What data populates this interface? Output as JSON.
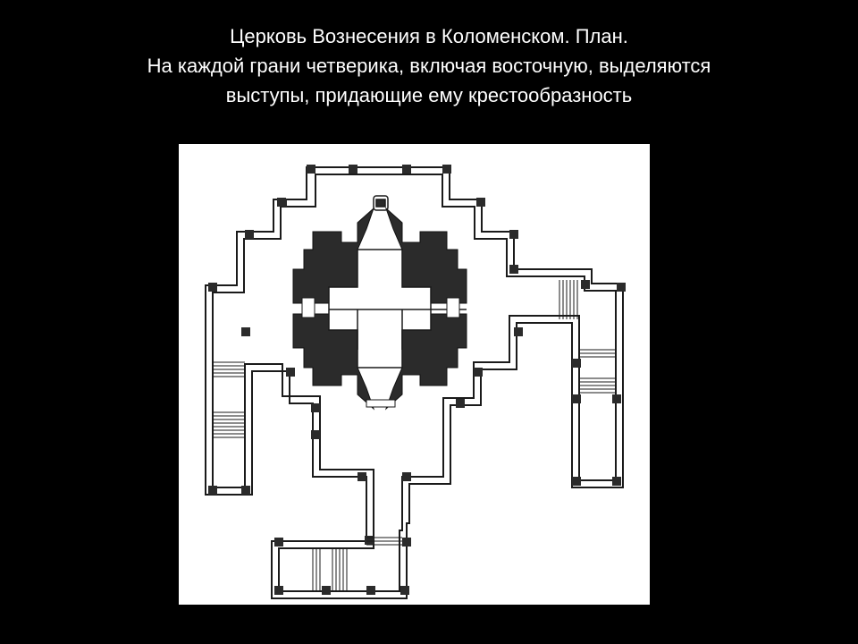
{
  "slide": {
    "title_lines": [
      "Церковь Вознесения в Коломенском. План.",
      "На каждой грани четверика, включая восточную, выделяются",
      "выступы, придающие ему крестообразность"
    ]
  },
  "colors": {
    "background": "#000000",
    "title_text": "#ffffff",
    "plan_background": "#ffffff",
    "plan_ink": "#1a1a1a",
    "plan_fill": "#2b2b2b"
  }
}
